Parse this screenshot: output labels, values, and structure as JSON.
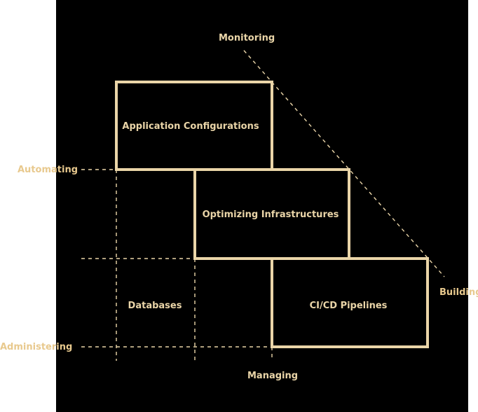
{
  "colors": {
    "background": "#000000",
    "accent": "#ead5a8",
    "outside_label": "#e8c98e"
  },
  "boxes": {
    "app_config": "Application Configurations",
    "optimizing": "Optimizing Infrastructures",
    "cicd": "CI/CD Pipelines"
  },
  "cells": {
    "databases": "Databases"
  },
  "axes": {
    "monitoring": "Monitoring",
    "automating": "Automating",
    "building": "Building",
    "administering": "Administering",
    "managing": "Managing"
  }
}
